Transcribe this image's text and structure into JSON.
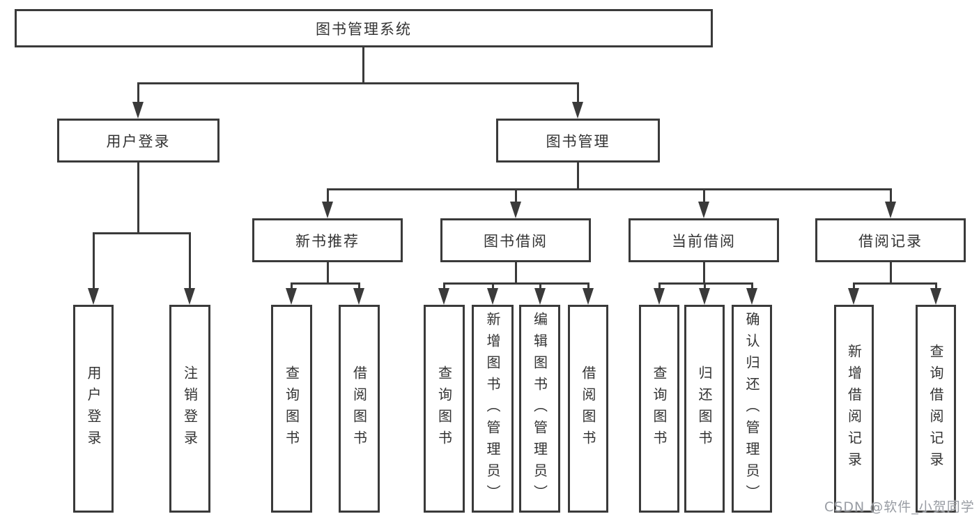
{
  "diagram": {
    "type": "hierarchy-tree",
    "title": "图书管理系统",
    "tree": {
      "label": "图书管理系统",
      "children": [
        {
          "label": "用户登录",
          "children": [
            {
              "label": "用户登录"
            },
            {
              "label": "注销登录"
            }
          ]
        },
        {
          "label": "图书管理",
          "children": [
            {
              "label": "新书推荐",
              "children": [
                {
                  "label": "查询图书"
                },
                {
                  "label": "借阅图书"
                }
              ]
            },
            {
              "label": "图书借阅",
              "children": [
                {
                  "label": "查询图书"
                },
                {
                  "label": "新增图书（管理员）"
                },
                {
                  "label": "编辑图书（管理员）"
                },
                {
                  "label": "借阅图书"
                }
              ]
            },
            {
              "label": "当前借阅",
              "children": [
                {
                  "label": "查询图书"
                },
                {
                  "label": "归还图书"
                },
                {
                  "label": "确认归还（管理员）"
                }
              ]
            },
            {
              "label": "借阅记录",
              "children": [
                {
                  "label": "新增借阅记录"
                },
                {
                  "label": "查询借阅记录"
                }
              ]
            }
          ]
        }
      ]
    },
    "watermark": "CSDN @软件_小贺同学",
    "colors": {
      "line": "#3a3a3a",
      "text": "#333333",
      "watermark": "#989ca3",
      "background": "#ffffff"
    }
  }
}
